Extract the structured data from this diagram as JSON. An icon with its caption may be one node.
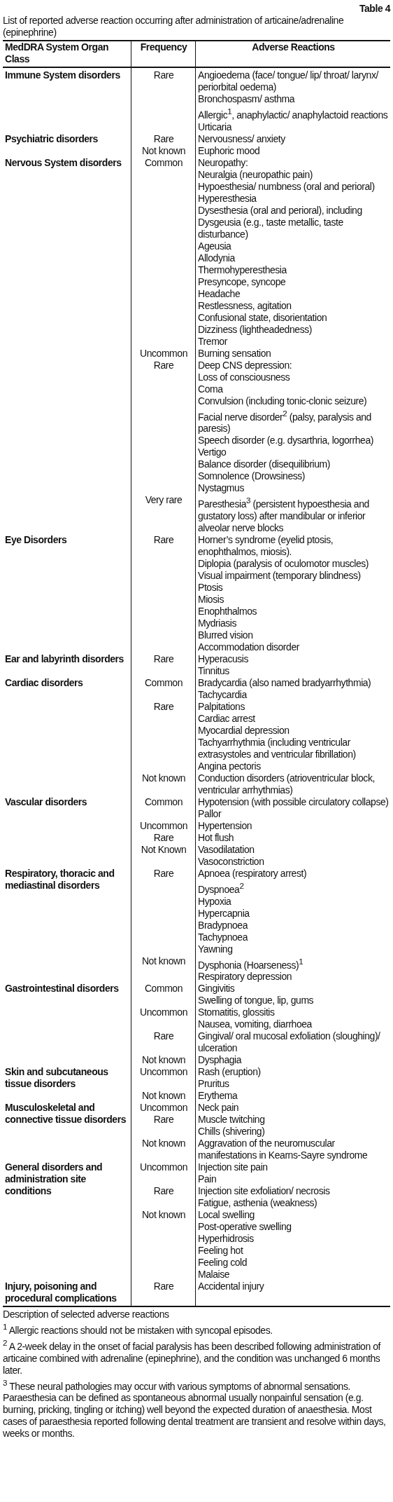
{
  "diagram": {
    "title": "List of reported adverse reaction occurring after administration of articaine/adrenaline (epinephrine)",
    "labels": [
      "Table 4",
      "MedDRA System Organ Class",
      "Frequency",
      "Adverse Reactions",
      "Immune System disorders",
      "Rare",
      "Angioedema (face/ tongue/ lip/ throat/ larynx/ periorbital oedema)",
      "Bronchospasm/ asthma",
      "Allergic$^{1}$, anaphylactic/ anaphylactoid reactions",
      "Urticaria",
      "Psychiatric disorders",
      "Rare",
      "Nervousness/ anxiety",
      "Not known",
      "Euphoric mood",
      "Nervous System disorders",
      "Common",
      "Neuropathy:",
      "Neuralgia (neuropathic pain)",
      "Hypoesthesia/ numbness (oral and perioral)",
      "Hyperesthesia",
      "Dysesthesia (oral and perioral), including",
      "Dysgeusia (e.g., taste metallic, taste disturbance)",
      "Ageusia",
      "Allodynia",
      "Thermohyperesthesia",
      "Presyncope, syncope",
      "Headache",
      "Restlessness, agitation",
      "Confusional state, disorientation",
      "Dizziness (lightheadedness)",
      "Tremor",
      "Uncommon",
      "Burning sensation",
      "Rare",
      "Deep CNS depression:",
      "Loss of consciousness",
      "Coma",
      "Convulsion (including tonic-clonic seizure)",
      "Facial nerve disorder$^{2}$ (palsy, paralysis and paresis)",
      "Speech disorder (e.g. dysarthria, logorrhea)",
      "Vertigo",
      "Balance disorder (disequilibrium)",
      "Somnolence (Drowsiness)",
      "Nystagmus",
      "Very rare",
      "Paresthesia$^{3}$ (persistent hypoesthesia and gustatory loss) after mandibular or inferior alveolar nerve blocks",
      "Eye Disorders",
      "Rare",
      "Horner’s syndrome (eyelid ptosis, enophthalmos, miosis).",
      "Diplopia (paralysis of oculomotor muscles)",
      "Visual impairment (temporary blindness)",
      "Ptosis",
      "Miosis",
      "Enophthalmos",
      "Mydriasis",
      "Blurred vision",
      "Accommodation disorder",
      "Ear and labyrinth disorders",
      "Rare",
      "Hyperacusis",
      "Tinnitus",
      "Cardiac disorders",
      "Common",
      "Bradycardia (also named bradyarrhythmia)",
      "Tachycardia",
      "Rare",
      "Palpitations",
      "Cardiac arrest",
      "Myocardial depression",
      "Tachyarrhythmia (including ventricular extrasystoles and ventricular fibrillation)",
      "Angina pectoris",
      "Not known",
      "Conduction disorders (atrioventricular block, ventricular arrhythmias)",
      "Vascular disorders",
      "Common",
      "Hypotension (with possible circulatory collapse)",
      "Pallor",
      "Uncommon",
      "Hypertension",
      "Rare",
      "Hot flush",
      "Not Known",
      "Vasodilatation",
      "Vasoconstriction",
      "Respiratory, thoracic and mediastinal disorders",
      "Rare",
      "Apnoea (respiratory arrest)",
      "Dyspnoea$^{2}$",
      "Hypoxia",
      "Hypercapnia",
      "Bradypnoea",
      "Tachypnoea",
      "Yawning",
      "Not known",
      "Dysphonia (Hoarseness)$^{1}$",
      "Respiratory depression",
      "Gastrointestinal disorders",
      "Common",
      "Gingivitis",
      "Swelling of tongue, lip, gums",
      "Uncommon",
      "Stomatitis, glossitis",
      "Nausea, vomiting, diarrhoea",
      "Rare",
      "Gingival/ oral mucosal exfoliation (sloughing)/ ulceration",
      "Not known",
      "Dysphagia",
      "Skin and subcutaneous tissue disorders",
      "Uncommon",
      "Rash (eruption)",
      "Pruritus",
      "Not known",
      "Erythema",
      "Musculoskeletal and connective tissue disorders",
      "Uncommon",
      "Neck pain",
      "Rare",
      "Muscle twitching",
      "Chills (shivering)",
      "Not known",
      "Aggravation of the neuromuscular manifestations in Kearns-Sayre syndrome",
      "General disorders and administration site conditions",
      "Uncommon",
      "Injection site pain",
      "Pain",
      "Rare",
      "Injection site exfoliation/ necrosis",
      "Fatigue, asthenia (weakness)",
      "Not known",
      "Local swelling",
      "Post-operative swelling",
      "Hyperhidrosis",
      "Feeling hot",
      "Feeling cold",
      "Malaise",
      "Injury, poisoning and procedural complications",
      "Rare",
      "Accidental injury",
      "Description of selected adverse reactions",
      "$^{1}$ Allergic reactions should not be mistaken with syncopal episodes.",
      "$^{2}$ A 2-week delay in the onset of facial paralysis has been described following administration of articaine combined with adrenaline (epinephrine), and the condition was unchanged 6 months later.",
      "$^{3}$ These neural pathologies may occur with various symptoms of abnormal sensations. Paraesthesia can be defined as spontaneous abnormal usually nonpainful sensation (e.g. burning, pricking, tingling or itching) well beyond the expected duration of anaesthesia. Most cases of paraesthesia reported following dental treatment are transient and resolve within days, weeks or months."
    ]
  }
}
